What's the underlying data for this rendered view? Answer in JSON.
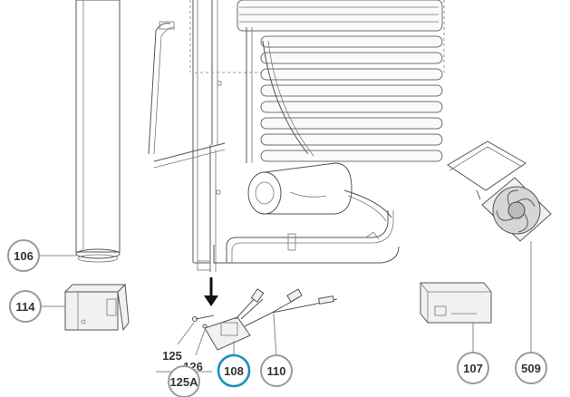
{
  "callouts": {
    "c106": "106",
    "c114": "114",
    "c125": "125",
    "c126": "126",
    "c125a": "125A",
    "c108": "108",
    "c110": "110",
    "c107": "107",
    "c509": "509"
  },
  "highlight_color": "#1a8fc0"
}
